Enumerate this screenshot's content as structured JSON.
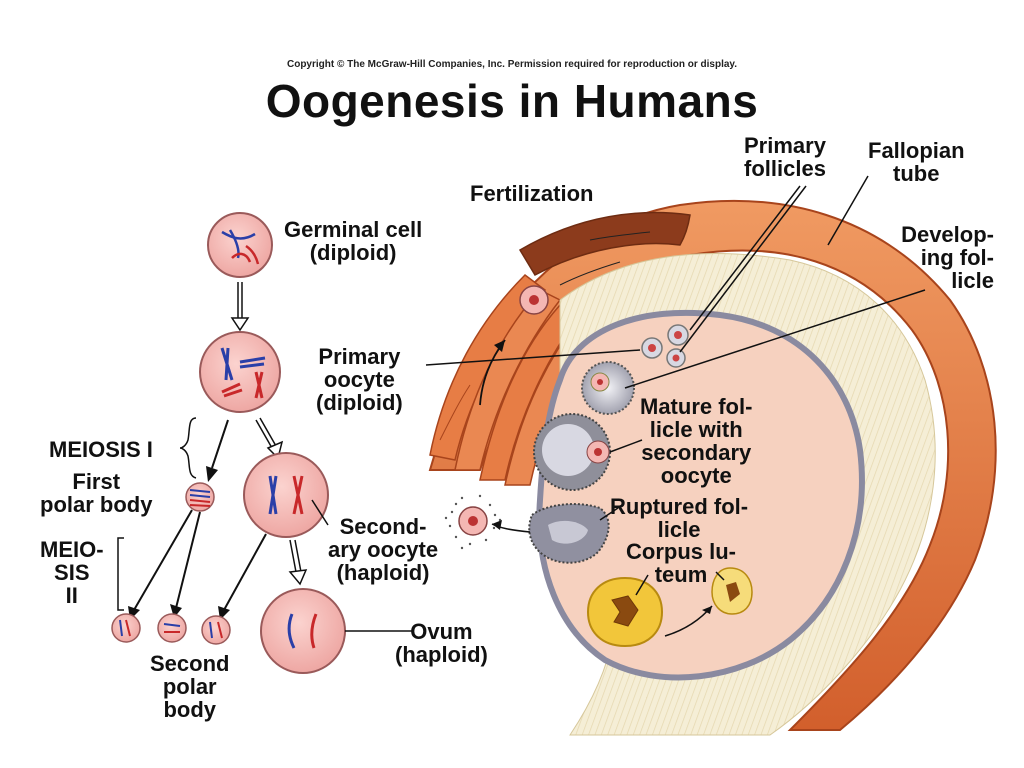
{
  "copyright": "Copyright © The McGraw-Hill Companies, Inc. Permission required for reproduction or display.",
  "title": "Oogenesis in Humans",
  "labels": {
    "germinal_cell": [
      "Germinal cell",
      "(diploid)"
    ],
    "primary_oocyte": [
      "Primary",
      "oocyte",
      "(diploid)"
    ],
    "meiosis_1": "MEIOSIS I",
    "first_polar_body": [
      "First",
      "polar body"
    ],
    "meiosis_2": [
      "MEIO-",
      "SIS",
      "II"
    ],
    "secondary_oocyte": [
      "Second-",
      "ary oocyte",
      "(haploid)"
    ],
    "ovum": [
      "Ovum",
      "(haploid)"
    ],
    "second_polar_body": [
      "Second",
      "polar",
      "body"
    ],
    "fertilization": "Fertilization",
    "primary_follicles": [
      "Primary",
      "follicles"
    ],
    "fallopian_tube": [
      "Fallopian",
      "tube"
    ],
    "developing_follicle": [
      "Develop-",
      "ing fol-",
      "licle"
    ],
    "mature_follicle": [
      "Mature fol-",
      "licle with",
      "secondary",
      "oocyte"
    ],
    "ruptured_follicle": [
      "Ruptured fol-",
      "licle"
    ],
    "corpus_luteum": [
      "Corpus lu-",
      "teum"
    ]
  },
  "colors": {
    "cell_fill": "#f4b7b3",
    "cell_stroke": "#9a5a5a",
    "chromosome_blue": "#2a3fa8",
    "chromosome_red": "#c8282a",
    "tube_orange": "#e2733e",
    "ovary_fill": "#f6d1bf",
    "fringe": "#f4ecd0",
    "corpus_yellow": "#f2c63a"
  }
}
